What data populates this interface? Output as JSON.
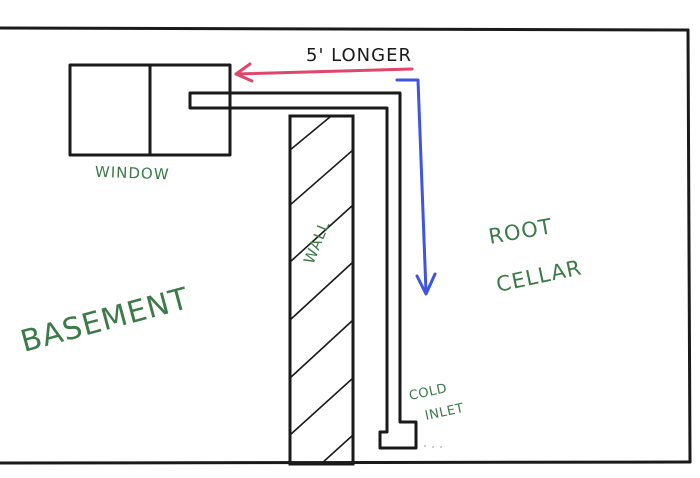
{
  "annotation": "5' LONGER",
  "labels": {
    "window": "WINDOW",
    "wall": "WALL",
    "basement": "BASEMENT",
    "root_cellar_line1": "ROOT",
    "root_cellar_line2": "CELLAR",
    "cold_inlet_line1": "COLD",
    "cold_inlet_line2": "INLET"
  },
  "colors": {
    "ink": "#1a1a1a",
    "label_green": "#3c7a48",
    "arrow_red": "#e0456a",
    "arrow_blue": "#3d55e0",
    "background": "#ffffff"
  }
}
